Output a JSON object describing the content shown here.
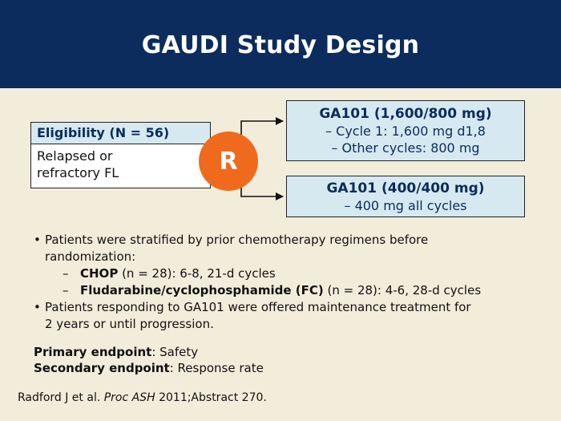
{
  "title": "GAUDI Study Design",
  "eligibility": {
    "heading": "Eligibility (N = 56)",
    "line1": "Relapsed or",
    "line2": "refractory FL"
  },
  "randomization": {
    "label": "R"
  },
  "arms": [
    {
      "title": "GA101 (1,600/800 mg)",
      "lines": [
        "– Cycle 1: 1,600 mg d1,8",
        "– Other cycles: 800 mg"
      ]
    },
    {
      "title": "GA101 (400/400 mg)",
      "lines": [
        "– 400 mg all cycles"
      ]
    }
  ],
  "bullets": {
    "b1": {
      "dot": "•",
      "line1": "Patients were stratified by prior chemotherapy regimens before",
      "line2": "randomization:",
      "sub": [
        {
          "dash": "–",
          "name": "CHOP",
          "rest": " (n = 28): 6-8, 21-d cycles"
        },
        {
          "dash": "–",
          "name": "Fludarabine/cyclophosphamide (FC)",
          "rest": " (n = 28): 4-6, 28-d cycles"
        }
      ]
    },
    "b2": {
      "dot": "•",
      "line1": "Patients responding to GA101 were offered maintenance treatment for",
      "line2": "2 years or until progression."
    }
  },
  "endpoints": {
    "primary_label": "Primary endpoint",
    "primary_value": ": Safety",
    "secondary_label": "Secondary endpoint",
    "secondary_value": ": Response rate"
  },
  "reference": {
    "authors": "Radford J et al. ",
    "journal": "Proc ASH",
    "rest": " 2011;Abstract 270."
  },
  "colors": {
    "header_bg": "#0b2c5c",
    "background": "#f2ecdb",
    "box_fill": "#d6e9f1",
    "accent_orange": "#ef6a1c",
    "heading_text": "#0b2c5c"
  }
}
